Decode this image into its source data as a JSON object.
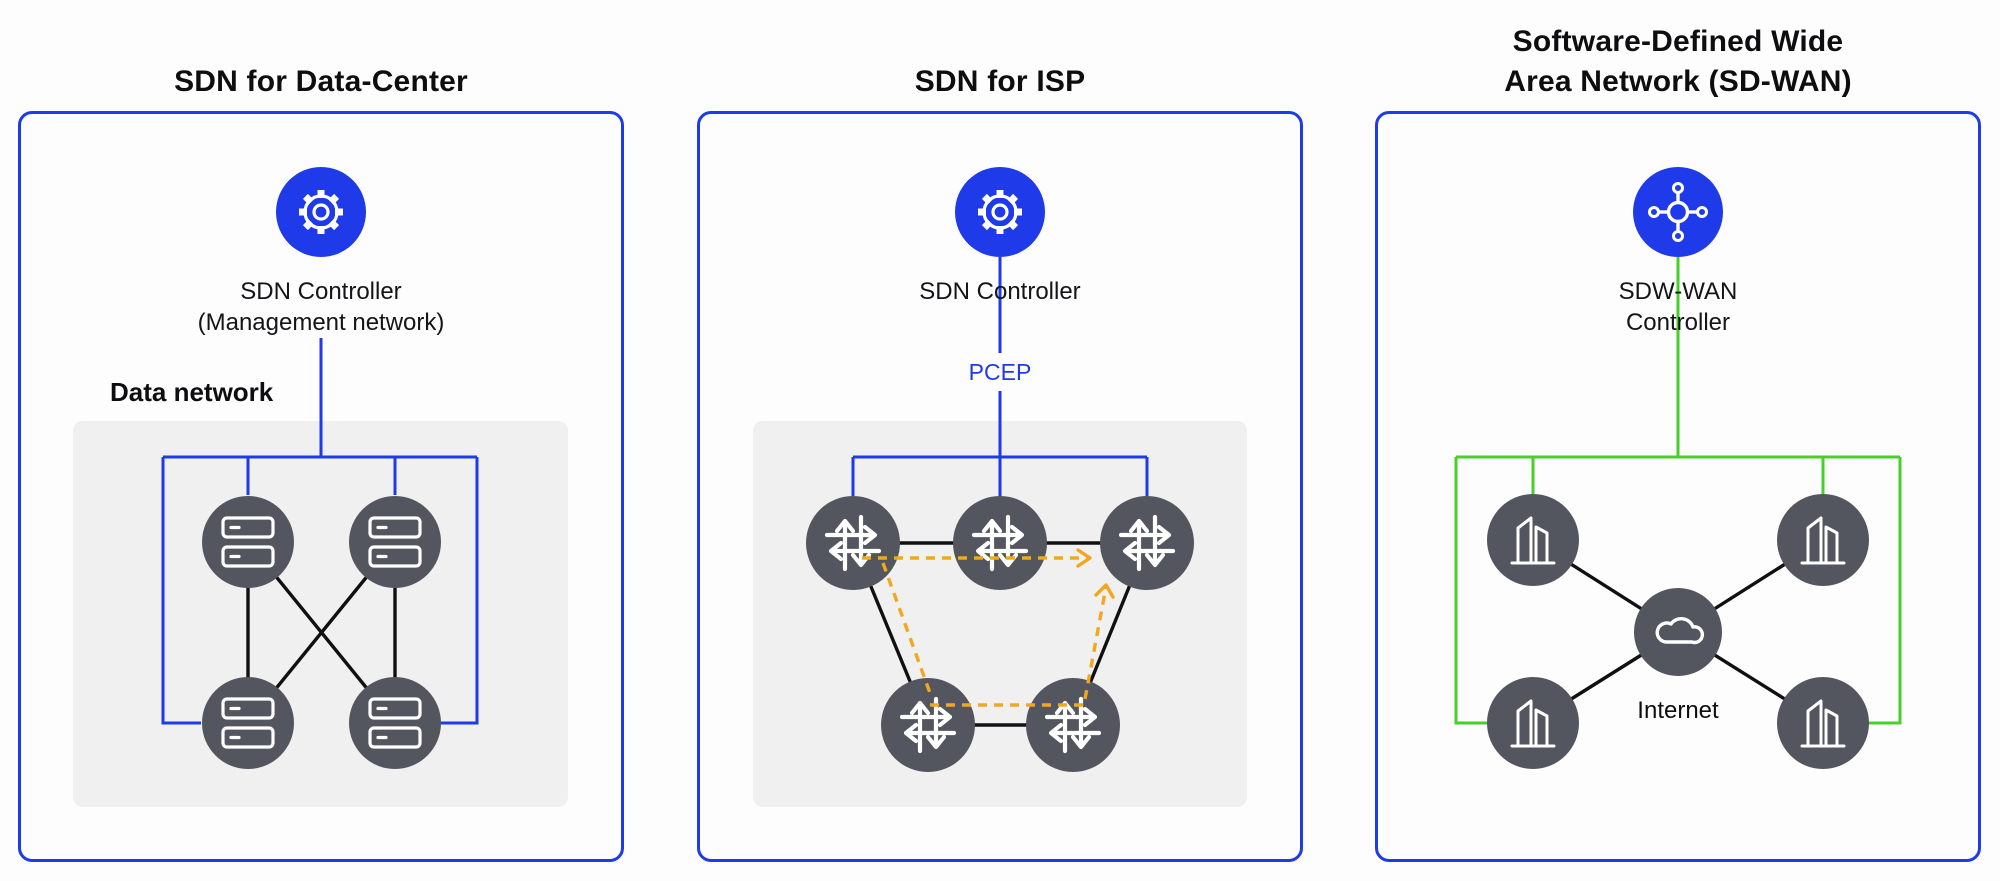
{
  "colors": {
    "accent_blue": "#1f3ae9",
    "accent_green": "#47d02a",
    "accent_orange": "#f2a71e",
    "node_gray": "#53565e",
    "panel_bg": "#f0f0f1",
    "text_dark": "#0e0e11",
    "canvas_bg": "#fdfdfd"
  },
  "panels": [
    {
      "title_lines": [
        "SDN for Data-Center"
      ],
      "controller": {
        "icon": "gear-icon",
        "label_lines": [
          "SDN Controller",
          "(Management network)"
        ]
      },
      "network_label": "Data network",
      "node_icon": "server-icon",
      "node_count": 4
    },
    {
      "title_lines": [
        "SDN for ISP"
      ],
      "controller": {
        "icon": "gear-icon",
        "label_lines": [
          "SDN Controller"
        ]
      },
      "protocol_label": "PCEP",
      "node_icon": "router-icon",
      "node_count": 5
    },
    {
      "title_lines": [
        "Software-Defined Wide",
        "Area Network (SD-WAN)"
      ],
      "controller": {
        "icon": "network-hub-icon",
        "label_lines": [
          "SDW-WAN",
          "Controller"
        ]
      },
      "internet_label": "Internet",
      "node_icon": "building-icon",
      "center_icon": "cloud-icon",
      "node_count": 4
    }
  ]
}
